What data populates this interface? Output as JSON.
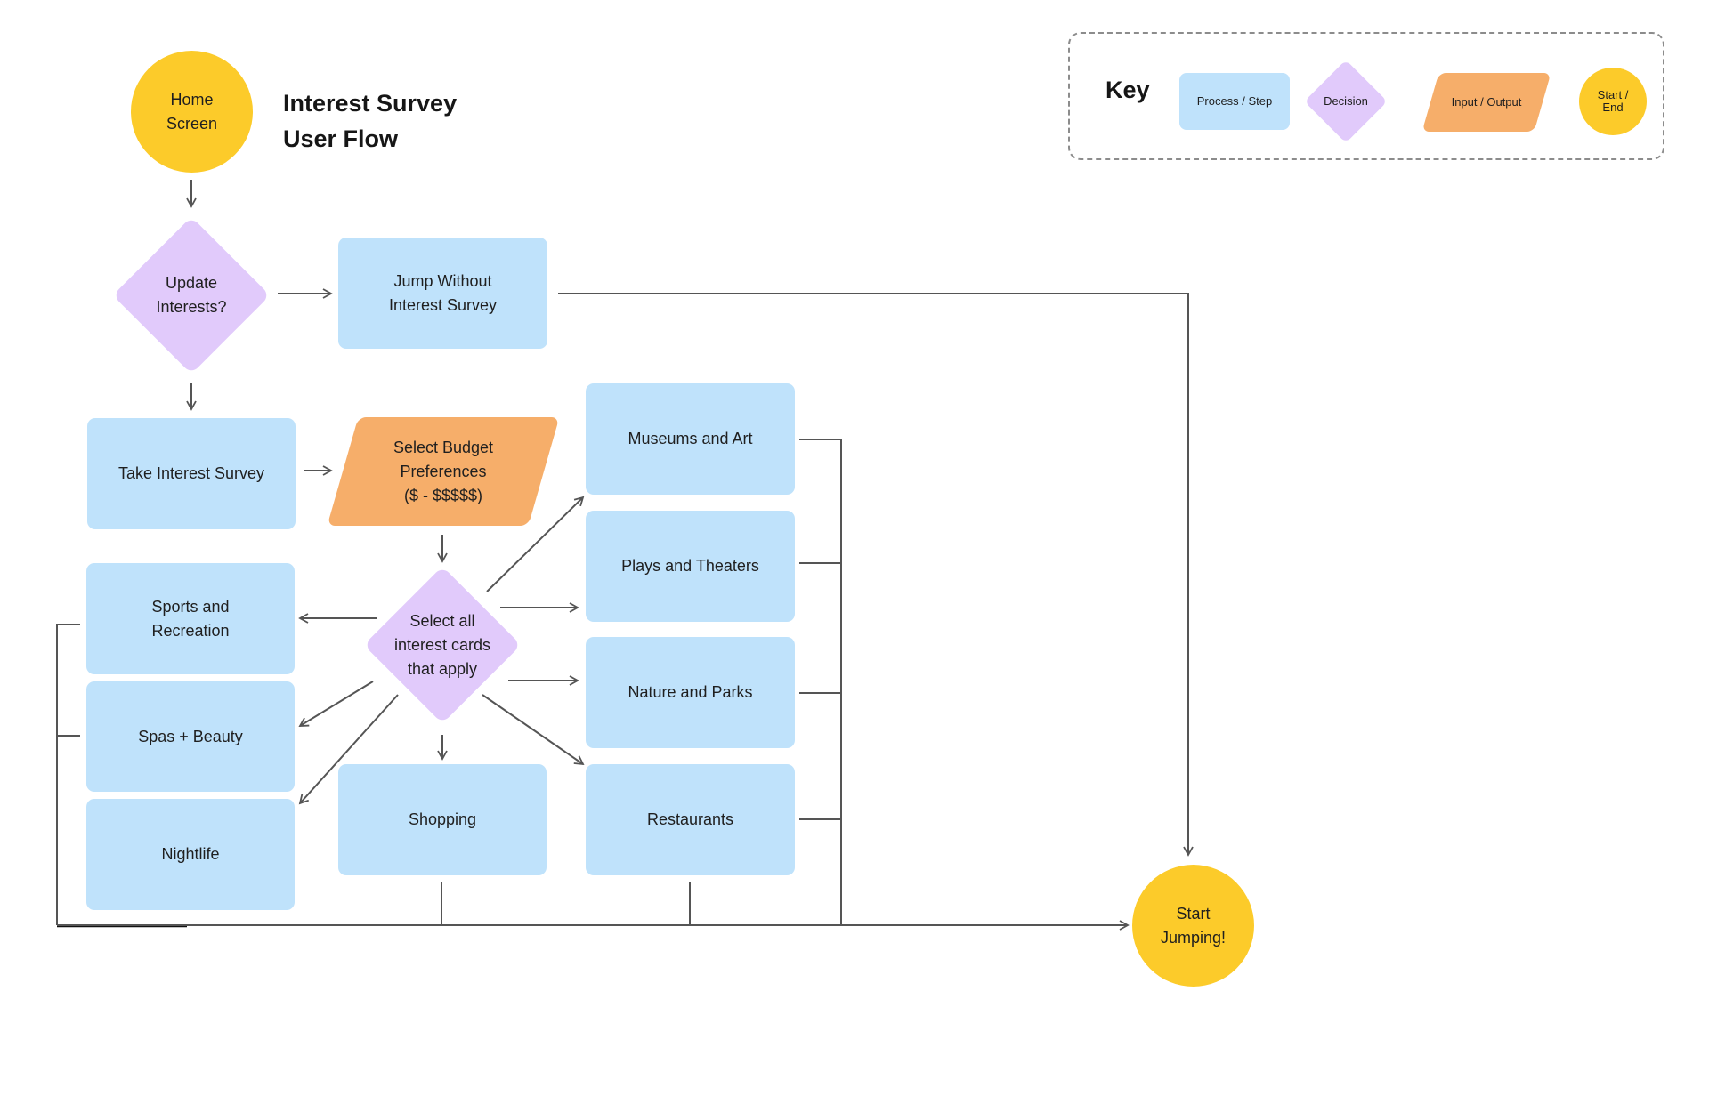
{
  "title": {
    "line1": "Interest Survey",
    "line2": "User Flow"
  },
  "nodes": {
    "home": {
      "line1": "Home",
      "line2": "Screen"
    },
    "update": {
      "line1": "Update",
      "line2": "Interests?"
    },
    "jump_without": {
      "line1": "Jump Without",
      "line2": "Interest Survey"
    },
    "take_survey": {
      "label": "Take Interest Survey"
    },
    "budget": {
      "line1": "Select Budget",
      "line2": "Preferences",
      "line3": "($ - $$$$$)"
    },
    "select_cards": {
      "line1": "Select all",
      "line2": "interest cards",
      "line3": "that apply"
    },
    "museums": {
      "label": "Museums and Art"
    },
    "plays": {
      "label": "Plays and Theaters"
    },
    "nature": {
      "label": "Nature and Parks"
    },
    "restaurants": {
      "label": "Restaurants"
    },
    "sports": {
      "line1": "Sports and",
      "line2": "Recreation"
    },
    "spas": {
      "label": "Spas + Beauty"
    },
    "nightlife": {
      "label": "Nightlife"
    },
    "shopping": {
      "label": "Shopping"
    },
    "start_jumping": {
      "line1": "Start",
      "line2": "Jumping!"
    }
  },
  "key": {
    "title": "Key",
    "process": "Process / Step",
    "decision": "Decision",
    "io": "Input / Output",
    "terminal_line1": "Start /",
    "terminal_line2": "End"
  },
  "colors": {
    "process": "#bfe2fb",
    "decision": "#e1cafb",
    "input_output": "#f6ae6a",
    "start_end": "#fccb2a",
    "connector": "#555555"
  }
}
